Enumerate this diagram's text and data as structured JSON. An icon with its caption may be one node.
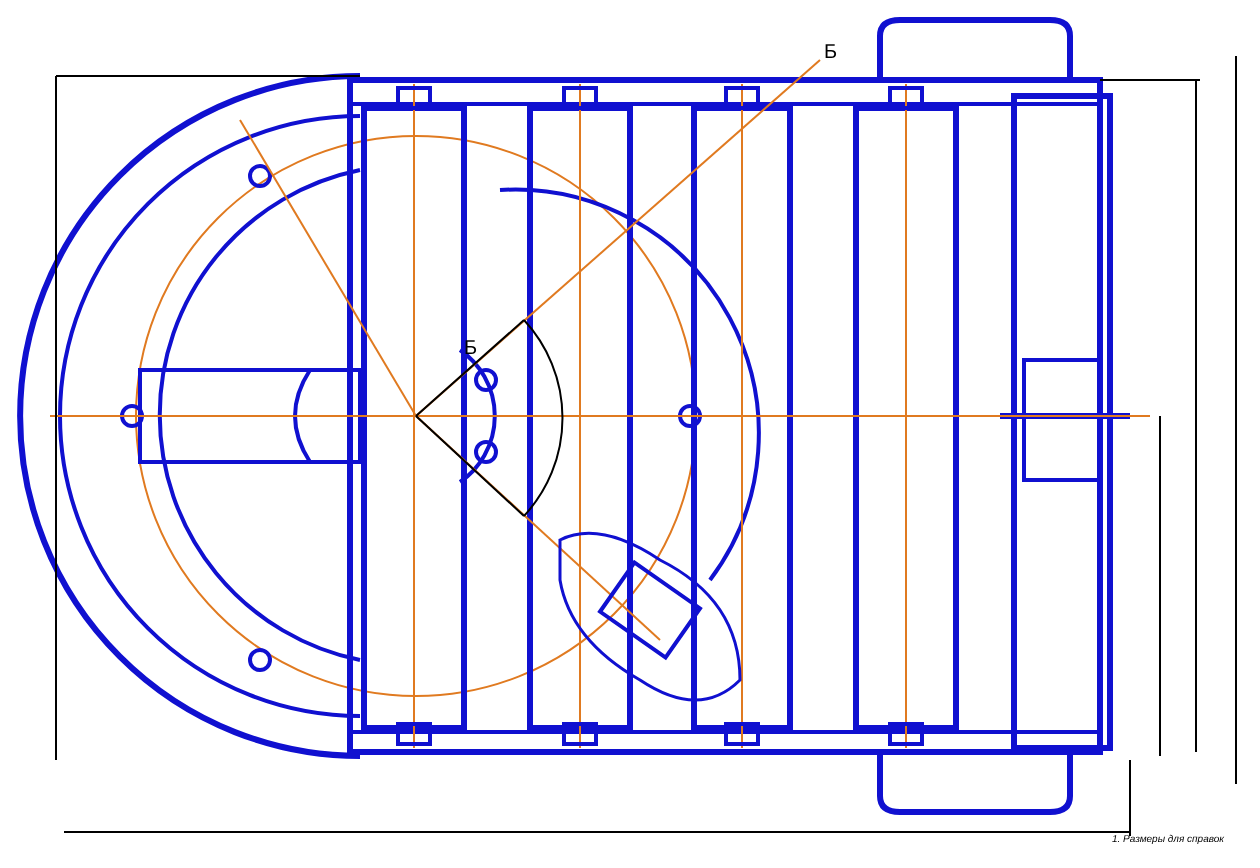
{
  "diagram": {
    "labels": [
      "Б",
      "Б",
      "1. Размеры для справок"
    ]
  }
}
